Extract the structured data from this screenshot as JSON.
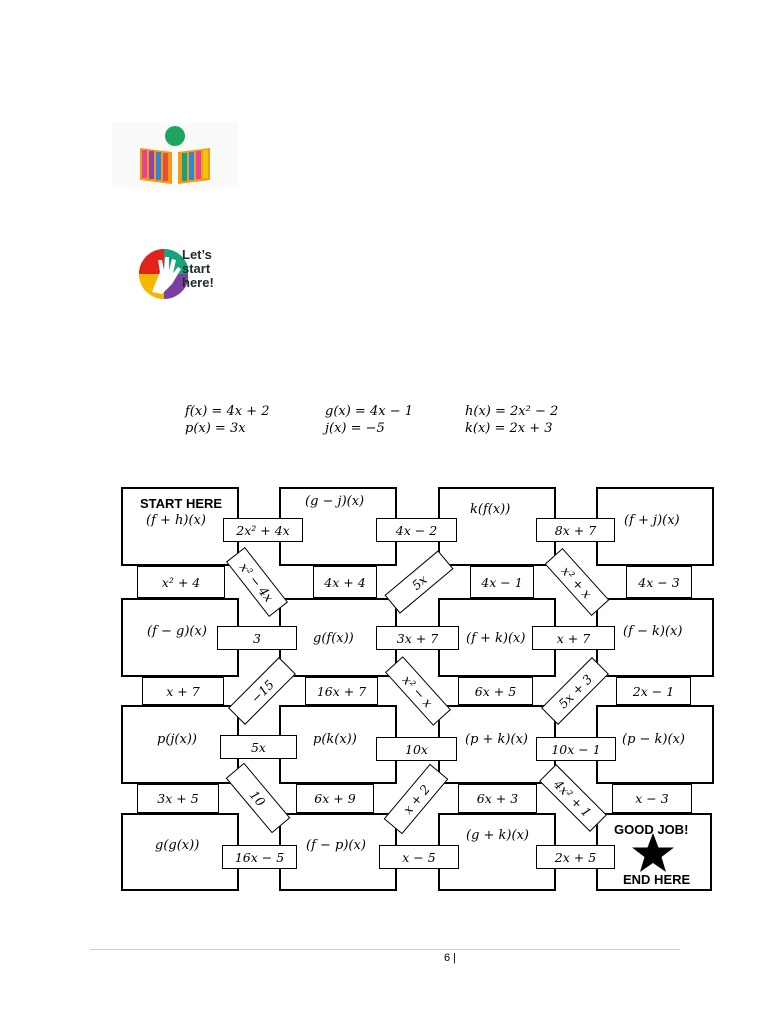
{
  "logos": {
    "book_logo_icon": "open-book-reader-icon",
    "start_logo_icon": "hand-circle-icon",
    "start_logo_text": [
      "Let’s",
      "start",
      "here!"
    ]
  },
  "functions": {
    "row1": [
      "f(x) = 4x + 2",
      "g(x) = 4x − 1",
      "h(x) =  2x² − 2"
    ],
    "row2": [
      "p(x) = 3x",
      "j(x) = −5",
      "k(x) = 2x + 3"
    ]
  },
  "maze": {
    "start_title": "START HERE",
    "prompts": {
      "r1": [
        "(f + h)(x)",
        "(g − j)(x)",
        "k(f(x))",
        "(f + j)(x)"
      ],
      "r2": [
        "(f − g)(x)",
        "g(f(x))",
        "(f + k)(x)",
        "(f − k)(x)"
      ],
      "r3": [
        "p(j(x))",
        "p(k(x))",
        "(p + k)(x)",
        "(p − k)(x)"
      ],
      "r4": [
        "g(g(x))",
        "(f − p)(x)",
        "(g + k)(x)"
      ]
    },
    "horizontal_cards": {
      "r1": [
        "2x² + 4x",
        "4x − 2",
        "8x + 7"
      ],
      "r2": [
        "3",
        "3x + 7",
        "x + 7"
      ],
      "r3": [
        "5x",
        "10x",
        "10x − 1"
      ],
      "r4": [
        "16x − 5",
        "x − 5",
        "2x + 5"
      ]
    },
    "vertical_gaps": {
      "g1": [
        "x² + 4",
        "4x + 4",
        "4x − 1",
        "4x − 3"
      ],
      "g2": [
        "x + 7",
        "16x + 7",
        "6x + 5",
        "2x − 1"
      ],
      "g3": [
        "3x + 5",
        "6x + 9",
        "6x + 3",
        "x − 3"
      ]
    },
    "diagonal_cards": {
      "g1": [
        "x² − 4x",
        "5x",
        "x² + x"
      ],
      "g2": [
        "−15",
        "x² − x",
        "5x + 3"
      ],
      "g3": [
        "10",
        "x + 2",
        "4x² + 1"
      ]
    },
    "end_title": "GOOD JOB!",
    "end_subtitle": "END HERE",
    "end_icon": "star-icon"
  },
  "footer": {
    "page_number": "6 |"
  }
}
